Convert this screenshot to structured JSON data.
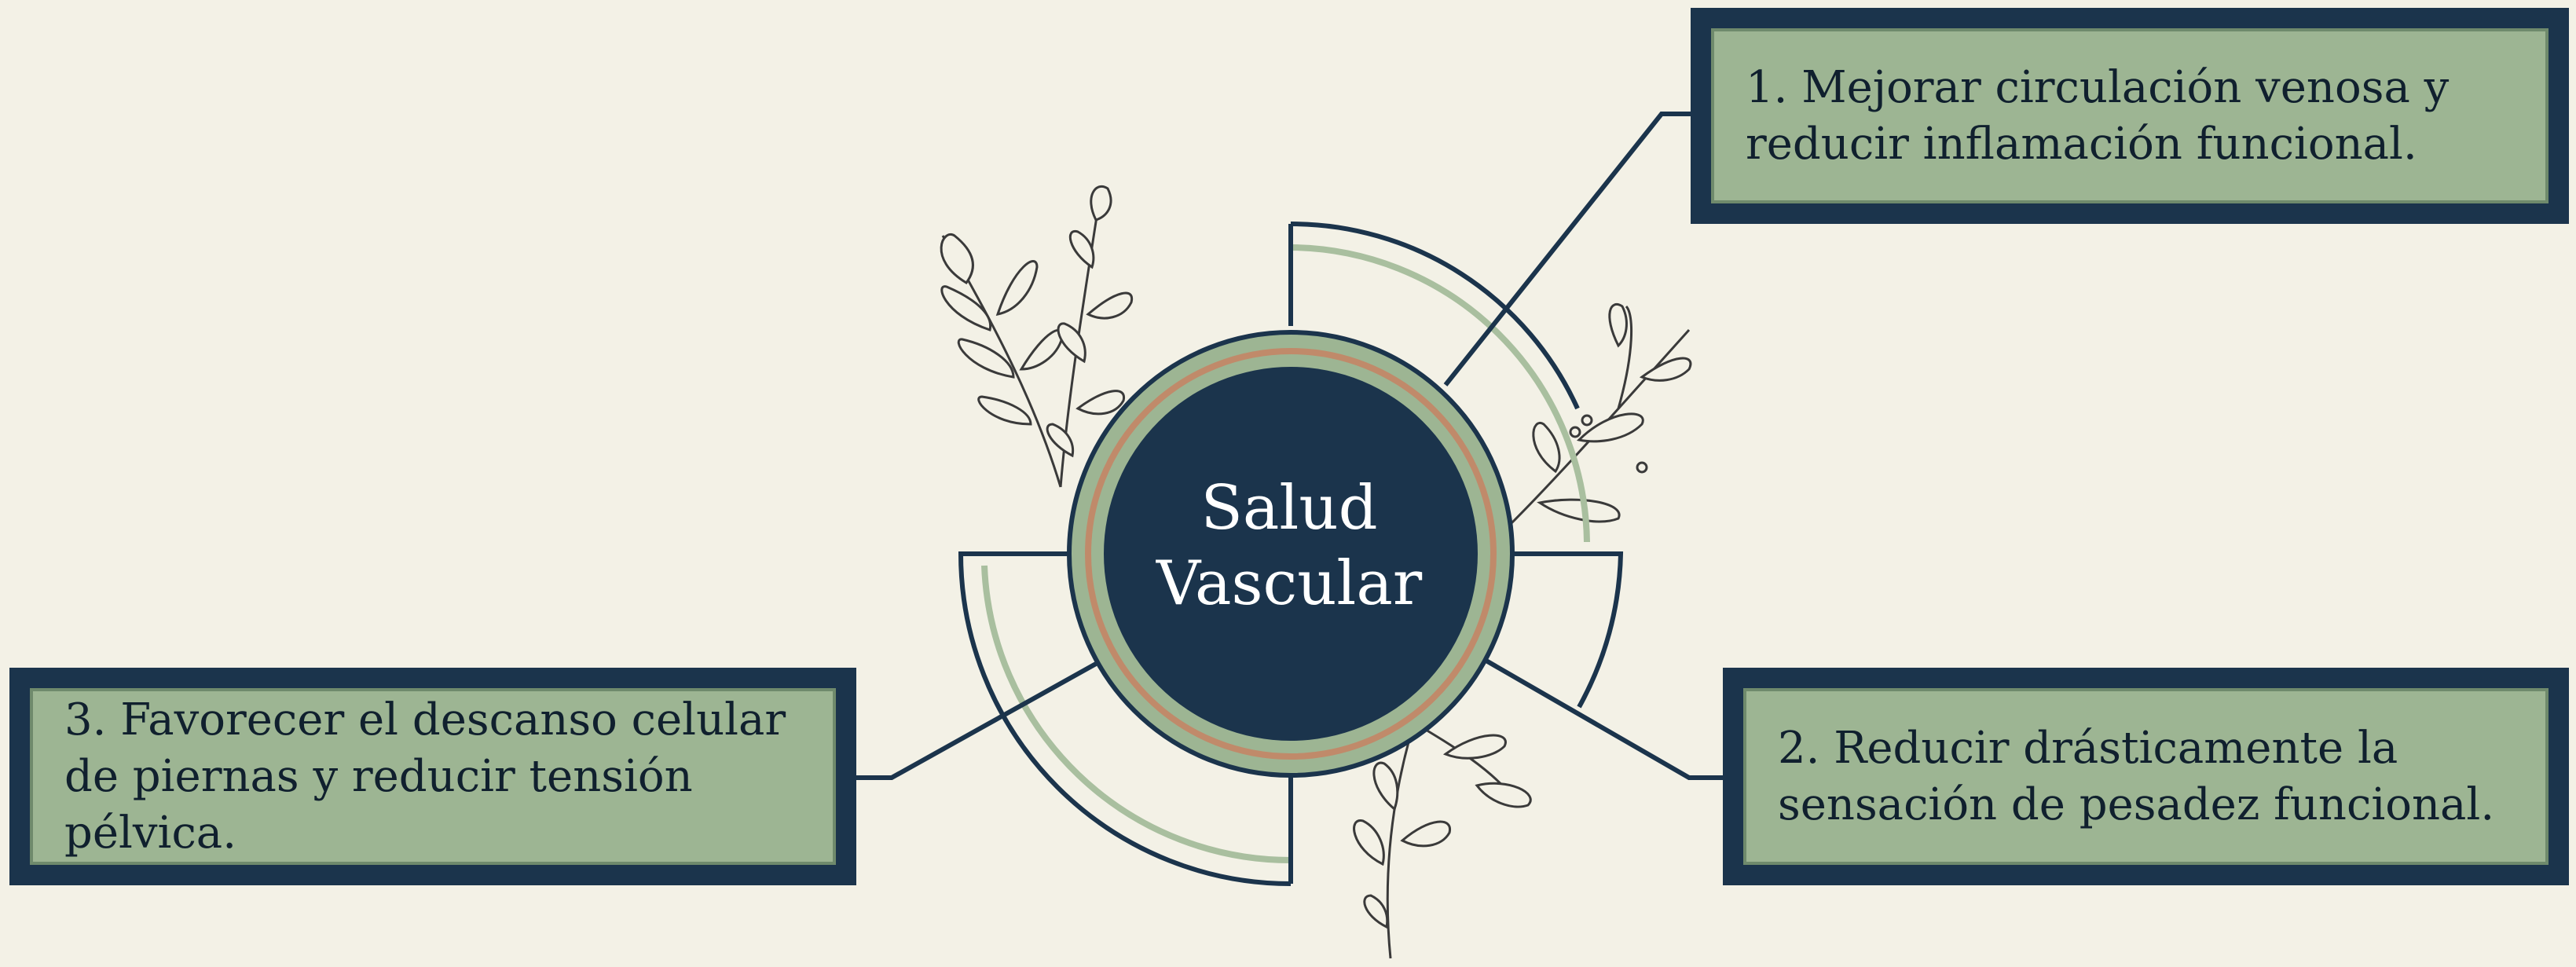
{
  "center": {
    "line1": "Salud",
    "line2": "Vascular"
  },
  "items": [
    {
      "label": "1. Mejorar circulación venosa y reducir inflamación funcional."
    },
    {
      "label": "2. Reducir drásticamente la sensación de pesadez funcional."
    },
    {
      "label": "3. Favorecer el descanso celular de piernas y reducir tensión pélvica."
    }
  ],
  "colors": {
    "background": "#f3f1e6",
    "navy": "#1b344c",
    "sage": "#9db593",
    "copper": "#c08a6a",
    "leaf": "#3a3a3a"
  }
}
